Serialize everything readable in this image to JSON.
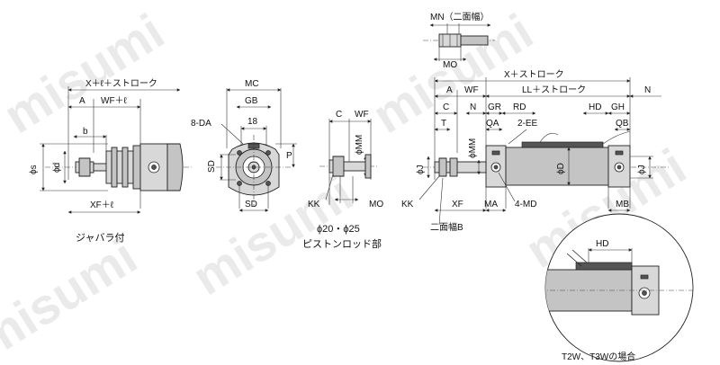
{
  "watermark": "misumi",
  "labels": {
    "mn": "MN（二面幅）",
    "mo_top": "MO",
    "x_l_stroke": "X＋ℓ＋ストローク",
    "a_left": "A",
    "wf_l": "WF＋ℓ",
    "b": "b",
    "phi_s": "ϕs",
    "phi_d": "ϕd",
    "xf_l": "XF＋ℓ",
    "jabara": "ジャバラ付",
    "mc": "MC",
    "gb": "GB",
    "n18": "18",
    "eight_da": "8-DA",
    "p": "P",
    "sd_left": "SD",
    "sd_bottom": "SD",
    "c_mid": "C",
    "wf_mid": "WF",
    "phi_mm_mid": "ϕMM",
    "kk_mid": "KK",
    "mo_mid": "MO",
    "piston_size": "ϕ20・ϕ25",
    "piston_label": "ピストンロッド部",
    "x_stroke": "X＋ストローク",
    "a_right": "A",
    "wf_right": "WF",
    "ll_stroke": "LL＋ストローク",
    "n_right": "N",
    "c_right": "C",
    "n_mid": "N",
    "gr": "GR",
    "rd": "RD",
    "hd": "HD",
    "gh": "GH",
    "t": "T",
    "qa": "QA",
    "two_ee": "2-EE",
    "qb": "QB",
    "phi_j_left": "ϕJ",
    "phi_mm_right": "ϕMM",
    "phi_d_big": "ϕD",
    "phi_j_right": "ϕJ",
    "kk_right": "KK",
    "xf": "XF",
    "ma": "MA",
    "four_md": "4-MD",
    "mb": "MB",
    "nimenhaba_b": "二面幅B",
    "hd_detail": "HD",
    "t2w_caption": "T2W、T3Wの場合"
  }
}
